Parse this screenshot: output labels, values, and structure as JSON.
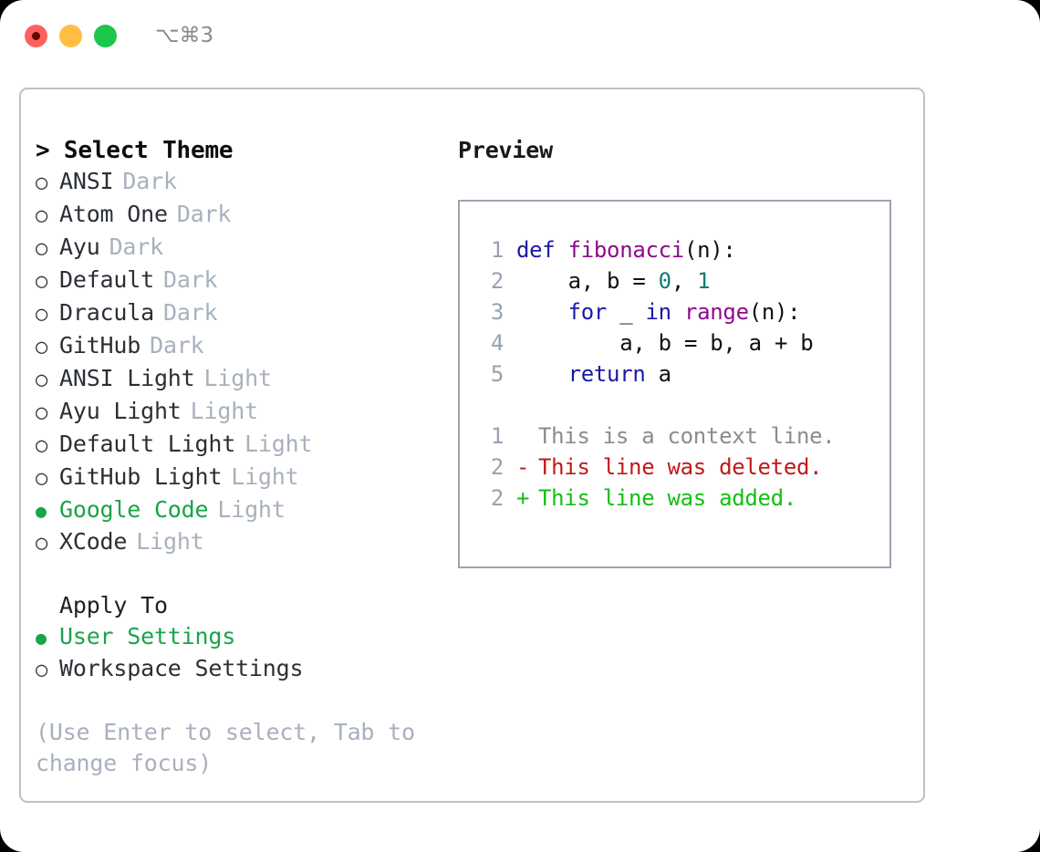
{
  "titlebar": {
    "lights": [
      {
        "name": "close",
        "color": "#ff605c"
      },
      {
        "name": "minimize",
        "color": "#ffbd44"
      },
      {
        "name": "maximize",
        "color": "#1ac74b"
      }
    ],
    "shortcut": "⌥⌘3"
  },
  "theme_picker": {
    "header": "> Select Theme",
    "header_prefix": ">",
    "items": [
      {
        "marker": "○",
        "label": "ANSI",
        "tag": "Dark",
        "selected": false
      },
      {
        "marker": "○",
        "label": "Atom One",
        "tag": "Dark",
        "selected": false
      },
      {
        "marker": "○",
        "label": "Ayu",
        "tag": "Dark",
        "selected": false
      },
      {
        "marker": "○",
        "label": "Default",
        "tag": "Dark",
        "selected": false
      },
      {
        "marker": "○",
        "label": "Dracula",
        "tag": "Dark",
        "selected": false
      },
      {
        "marker": "○",
        "label": "GitHub",
        "tag": "Dark",
        "selected": false
      },
      {
        "marker": "○",
        "label": "ANSI Light",
        "tag": "Light",
        "selected": false
      },
      {
        "marker": "○",
        "label": "Ayu Light",
        "tag": "Light",
        "selected": false
      },
      {
        "marker": "○",
        "label": "Default Light",
        "tag": "Light",
        "selected": false
      },
      {
        "marker": "○",
        "label": "GitHub Light",
        "tag": "Light",
        "selected": false
      },
      {
        "marker": "●",
        "label": "Google Code",
        "tag": "Light",
        "selected": true
      },
      {
        "marker": "○",
        "label": "XCode",
        "tag": "Light",
        "selected": false
      }
    ]
  },
  "apply_to": {
    "header": "Apply To",
    "items": [
      {
        "marker": "●",
        "label": "User Settings",
        "selected": true
      },
      {
        "marker": "○",
        "label": "Workspace Settings",
        "selected": false
      }
    ]
  },
  "hint": "(Use Enter to select, Tab to change focus)",
  "preview": {
    "title": "Preview",
    "code_lines": [
      {
        "num": "1",
        "tokens": [
          {
            "t": "def ",
            "c": "kw"
          },
          {
            "t": "fibonacci",
            "c": "fn"
          },
          {
            "t": "(n):",
            "c": "plain"
          }
        ]
      },
      {
        "num": "2",
        "tokens": [
          {
            "t": "    a, b = ",
            "c": "plain"
          },
          {
            "t": "0",
            "c": "num"
          },
          {
            "t": ", ",
            "c": "plain"
          },
          {
            "t": "1",
            "c": "num"
          }
        ]
      },
      {
        "num": "3",
        "tokens": [
          {
            "t": "    ",
            "c": "plain"
          },
          {
            "t": "for",
            "c": "kw"
          },
          {
            "t": " _ ",
            "c": "plain"
          },
          {
            "t": "in",
            "c": "kw"
          },
          {
            "t": " ",
            "c": "plain"
          },
          {
            "t": "range",
            "c": "fn"
          },
          {
            "t": "(n):",
            "c": "plain"
          }
        ]
      },
      {
        "num": "4",
        "tokens": [
          {
            "t": "        a, b = b, a + b",
            "c": "plain"
          }
        ]
      },
      {
        "num": "5",
        "tokens": [
          {
            "t": "    ",
            "c": "plain"
          },
          {
            "t": "return",
            "c": "kw"
          },
          {
            "t": " a",
            "c": "plain"
          }
        ]
      }
    ],
    "diff_lines": [
      {
        "num": "1",
        "sign": " ",
        "text": "This is a context line.",
        "kind": "ctx"
      },
      {
        "num": "2",
        "sign": "-",
        "text": "This line was deleted.",
        "kind": "del"
      },
      {
        "num": "2",
        "sign": "+",
        "text": "This line was added.",
        "kind": "add"
      }
    ]
  },
  "colors": {
    "accent_green": "#19a44a",
    "tag_gray": "#a8b1bd",
    "border": "#b9c2cc",
    "preview_border": "#9aa5b1",
    "keyword": "#1a1aa6",
    "function": "#8c0a8c",
    "number": "#0d7d74",
    "diff_add": "#13bf13",
    "diff_del": "#bf1a1a",
    "diff_ctx": "#8c8c8c"
  }
}
